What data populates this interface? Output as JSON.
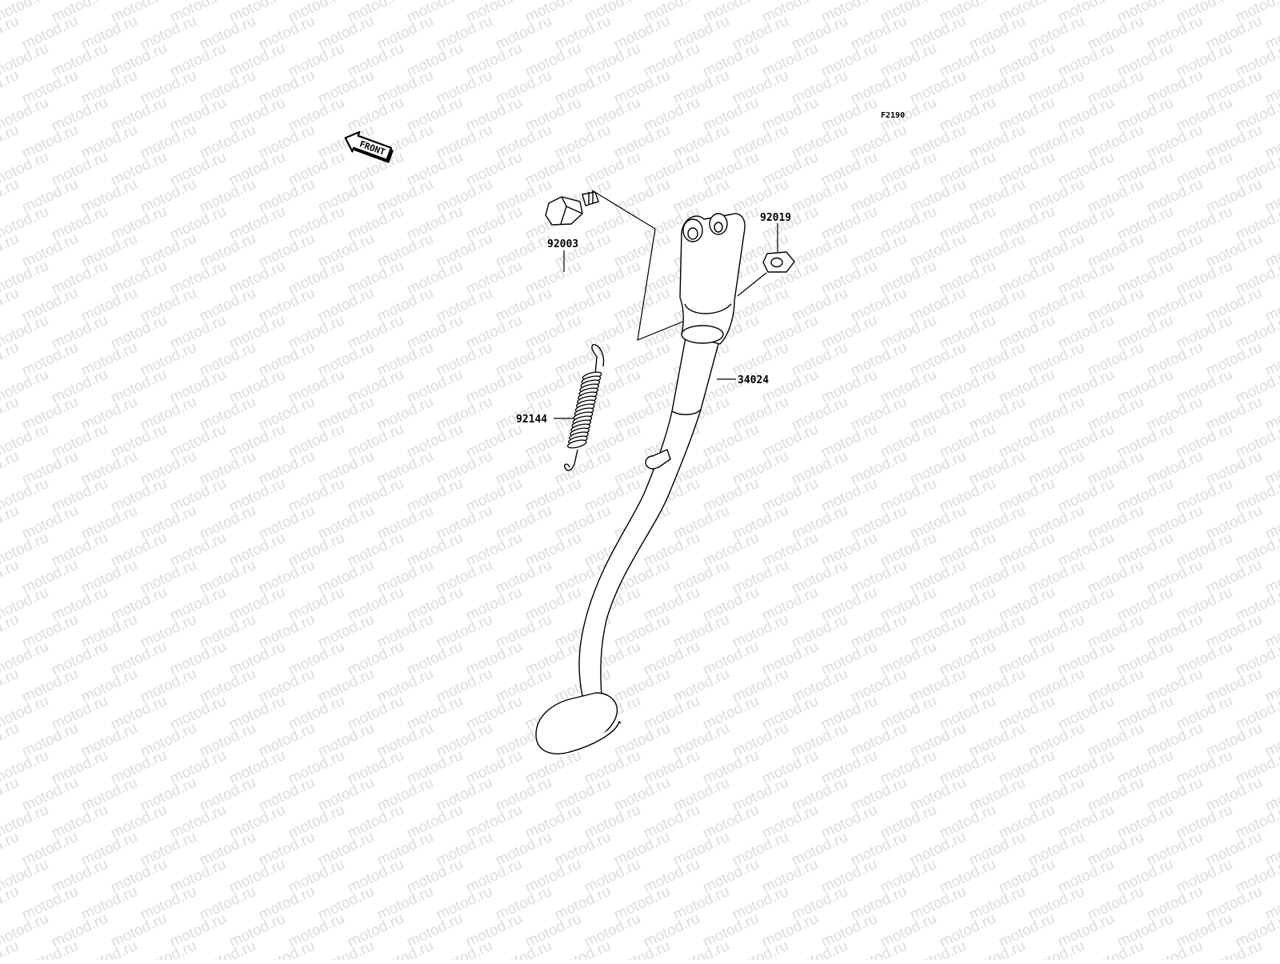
{
  "diagram": {
    "figure_code": "F2190",
    "direction_arrow": {
      "label": "FRONT",
      "icon": "front-arrow-icon"
    },
    "parts": [
      {
        "number": "92003"
      },
      {
        "number": "92019"
      },
      {
        "number": "34024"
      },
      {
        "number": "92144"
      }
    ],
    "watermark": "motod.ru"
  },
  "colors": {
    "line": "#000000",
    "background": "#ffffff",
    "watermark": "#dcdcdc"
  }
}
